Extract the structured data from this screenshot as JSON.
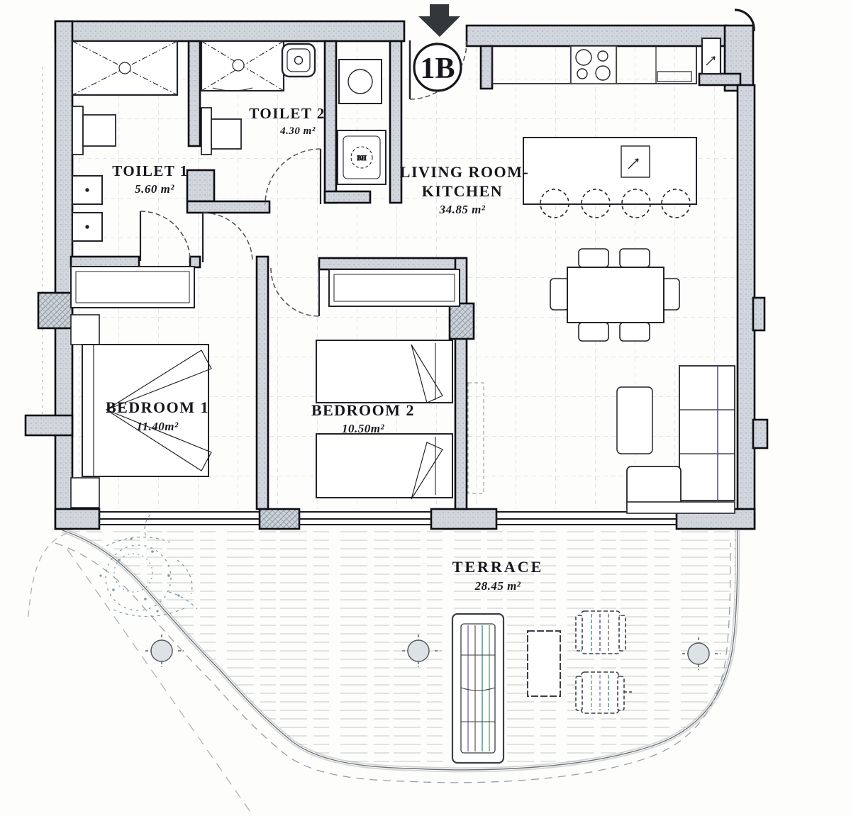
{
  "unit_label": "1B",
  "rooms": {
    "toilet1": {
      "name": "TOILET 1",
      "area": "5.60 m²"
    },
    "toilet2": {
      "name": "TOILET 2",
      "area": "4.30 m²"
    },
    "living_kitchen": {
      "line1": "LIVING ROOM-",
      "line2": "KITCHEN",
      "area": "34.85 m²"
    },
    "bedroom1": {
      "name": "BEDROOM 1",
      "area": "11.40m²"
    },
    "bedroom2": {
      "name": "BEDROOM 2",
      "area": "10.50m²"
    },
    "terrace": {
      "name": "TERRACE",
      "area": "28.45 m²"
    }
  },
  "labels": {
    "boiler": "BH"
  },
  "colors": {
    "ink": "#16161d",
    "wall_fill": "#d2d7de",
    "tile_line": "#b7c3cc",
    "accent_purple": "#8a84b8",
    "accent_teal": "#3f8f8f",
    "accent_olive": "#9a9a6a",
    "accent_green": "#6f9f6f"
  }
}
